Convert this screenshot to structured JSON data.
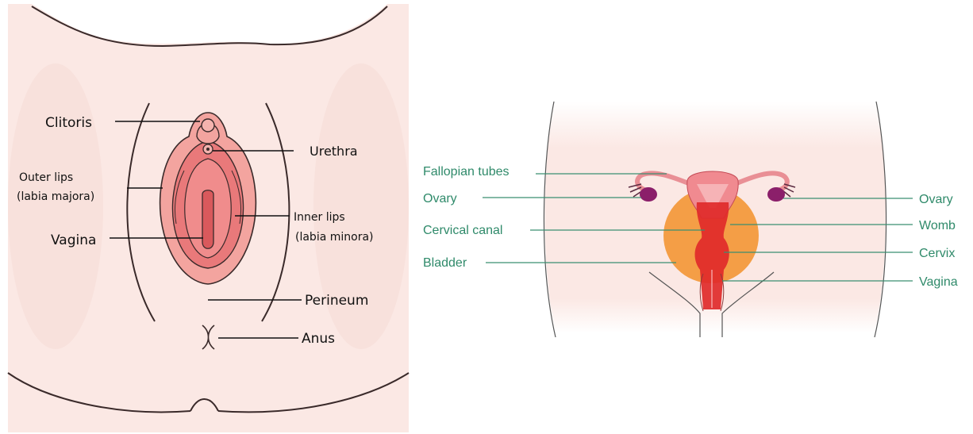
{
  "external_anatomy": {
    "labels": {
      "clitoris": "Clitoris",
      "urethra": "Urethra",
      "outer_lips_line1": "Outer lips",
      "outer_lips_line2": "(labia majora)",
      "inner_lips_line1": "Inner lips",
      "inner_lips_line2": "(labia minora)",
      "vagina": "Vagina",
      "perineum": "Perineum",
      "anus": "Anus"
    }
  },
  "internal_anatomy": {
    "labels": {
      "fallopian_tubes": "Fallopian tubes",
      "ovary_left": "Ovary",
      "ovary_right": "Ovary",
      "cervical_canal": "Cervical canal",
      "bladder": "Bladder",
      "womb": "Womb",
      "cervix": "Cervix",
      "vagina": "Vagina"
    }
  },
  "colors": {
    "skin": "#fbe8e4",
    "labia_outer": "#f3a49f",
    "labia_inner": "#e9797a",
    "outline": "#3a2a2a",
    "label_green": "#2f8a6a",
    "leader_green": "#3b8f70",
    "uterus_pink": "#f08a90",
    "uterus_red": "#e02a2a",
    "bladder_orange": "#f39a3d",
    "ovary_purple": "#8b1f6a"
  }
}
